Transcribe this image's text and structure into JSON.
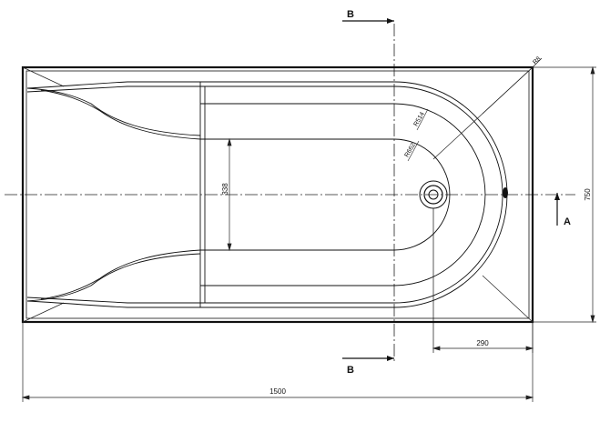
{
  "drawing": {
    "dimensions": {
      "overall_length": "1500",
      "overall_width": "750",
      "inner_width": "338",
      "drain_offset": "290",
      "radius_outer": "R514",
      "radius_inner": "R662",
      "corner_radius": "R8"
    },
    "section_marks": {
      "top": "B",
      "bottom": "B",
      "view": "A"
    }
  }
}
